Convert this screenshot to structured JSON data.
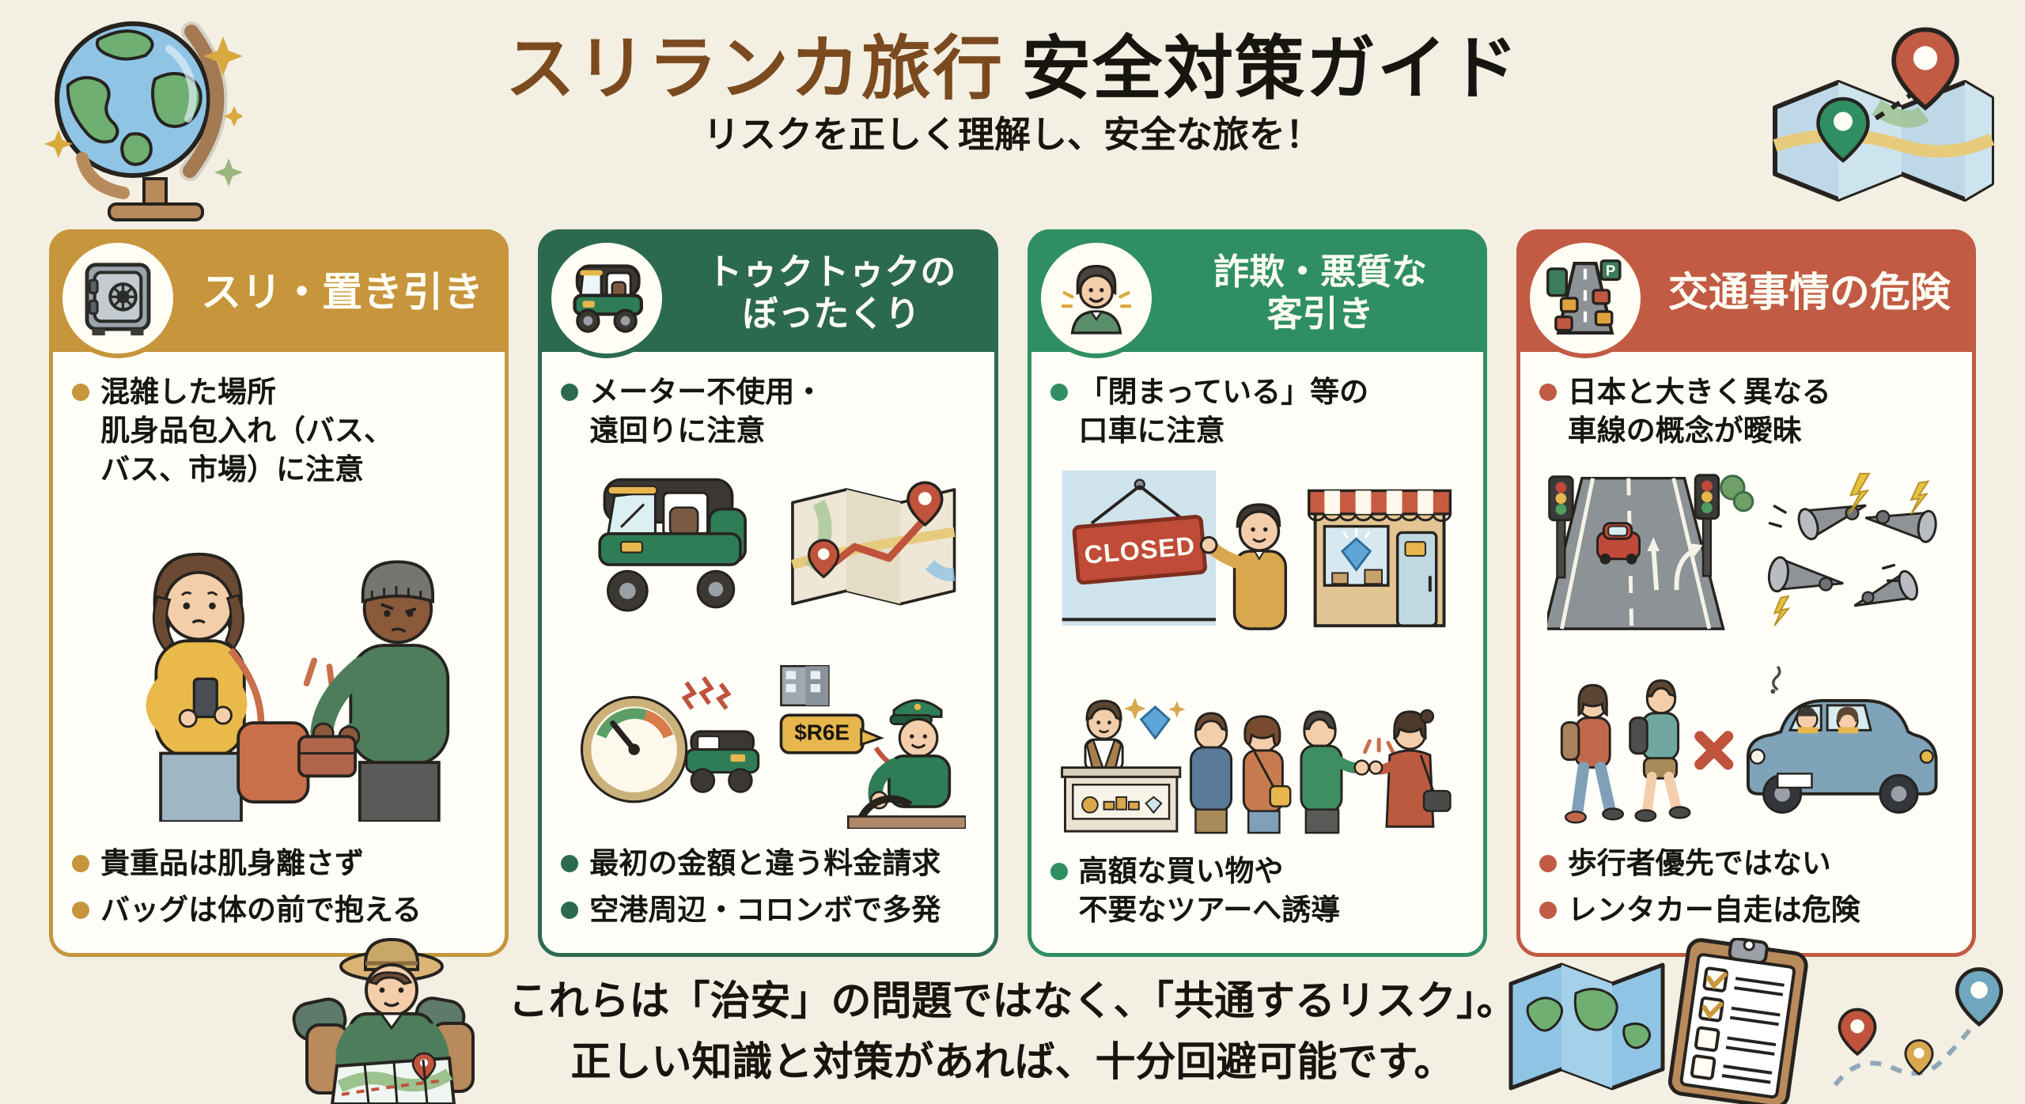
{
  "page": {
    "title_highlight": "スリランカ旅行",
    "title_rest": "安全対策ガイド",
    "subtitle": "リスクを正しく理解し、安全な旅を！",
    "footer_line1": "これらは「治安」の問題ではなく、「共通するリスク」。",
    "footer_line2": "正しい知識と対策があれば、十分回避可能です。"
  },
  "colors": {
    "background": "#F3EFE2",
    "card_pickpocket_accent": "#C6953C",
    "card_tuktuk_accent": "#2C6A4F",
    "card_scam_accent": "#2F8F62",
    "card_traffic_accent": "#C15B44",
    "title_brown": "#7B4A1F",
    "text_black": "#17150F"
  },
  "cards": [
    {
      "title_lines": [
        "スリ・置き引き"
      ],
      "icon": "safe-icon",
      "bullets_top": [
        [
          "混雑した場所",
          "肌身品包入れ（バス、",
          "バス、市場）に注意"
        ]
      ],
      "bullets_bottom": [
        [
          "貴重品は肌身離さず"
        ],
        [
          "バッグは体の前で抱える"
        ]
      ]
    },
    {
      "title_lines": [
        "トゥクトゥクの",
        "ぼったくり"
      ],
      "icon": "tuktuk-icon",
      "bullets_top": [
        [
          "メーター不使用・",
          "遠回りに注意"
        ]
      ],
      "bullets_bottom": [
        [
          "最初の金額と違う料金請求"
        ],
        [
          "空港周辺・コロンボで多発"
        ]
      ]
    },
    {
      "title_lines": [
        "詐欺・悪質な",
        "客引き"
      ],
      "icon": "tout-avatar-icon",
      "bullets_top": [
        [
          "「閉まっている」等の",
          "口車に注意"
        ]
      ],
      "bullets_bottom": [
        [
          "高額な買い物や",
          "不要なツアーへ誘導"
        ]
      ]
    },
    {
      "title_lines": [
        "交通事情の危険"
      ],
      "icon": "traffic-icon",
      "bullets_top": [
        [
          "日本と大きく異なる",
          "車線の概念が曖昧"
        ]
      ],
      "bullets_bottom": [
        [
          "歩行者優先ではない"
        ],
        [
          "レンタカー自走は危険"
        ]
      ]
    }
  ],
  "illustration_labels": {
    "closed_sign": "CLOSED",
    "fare_bubble": "$R6E",
    "parking_sign": "P"
  }
}
